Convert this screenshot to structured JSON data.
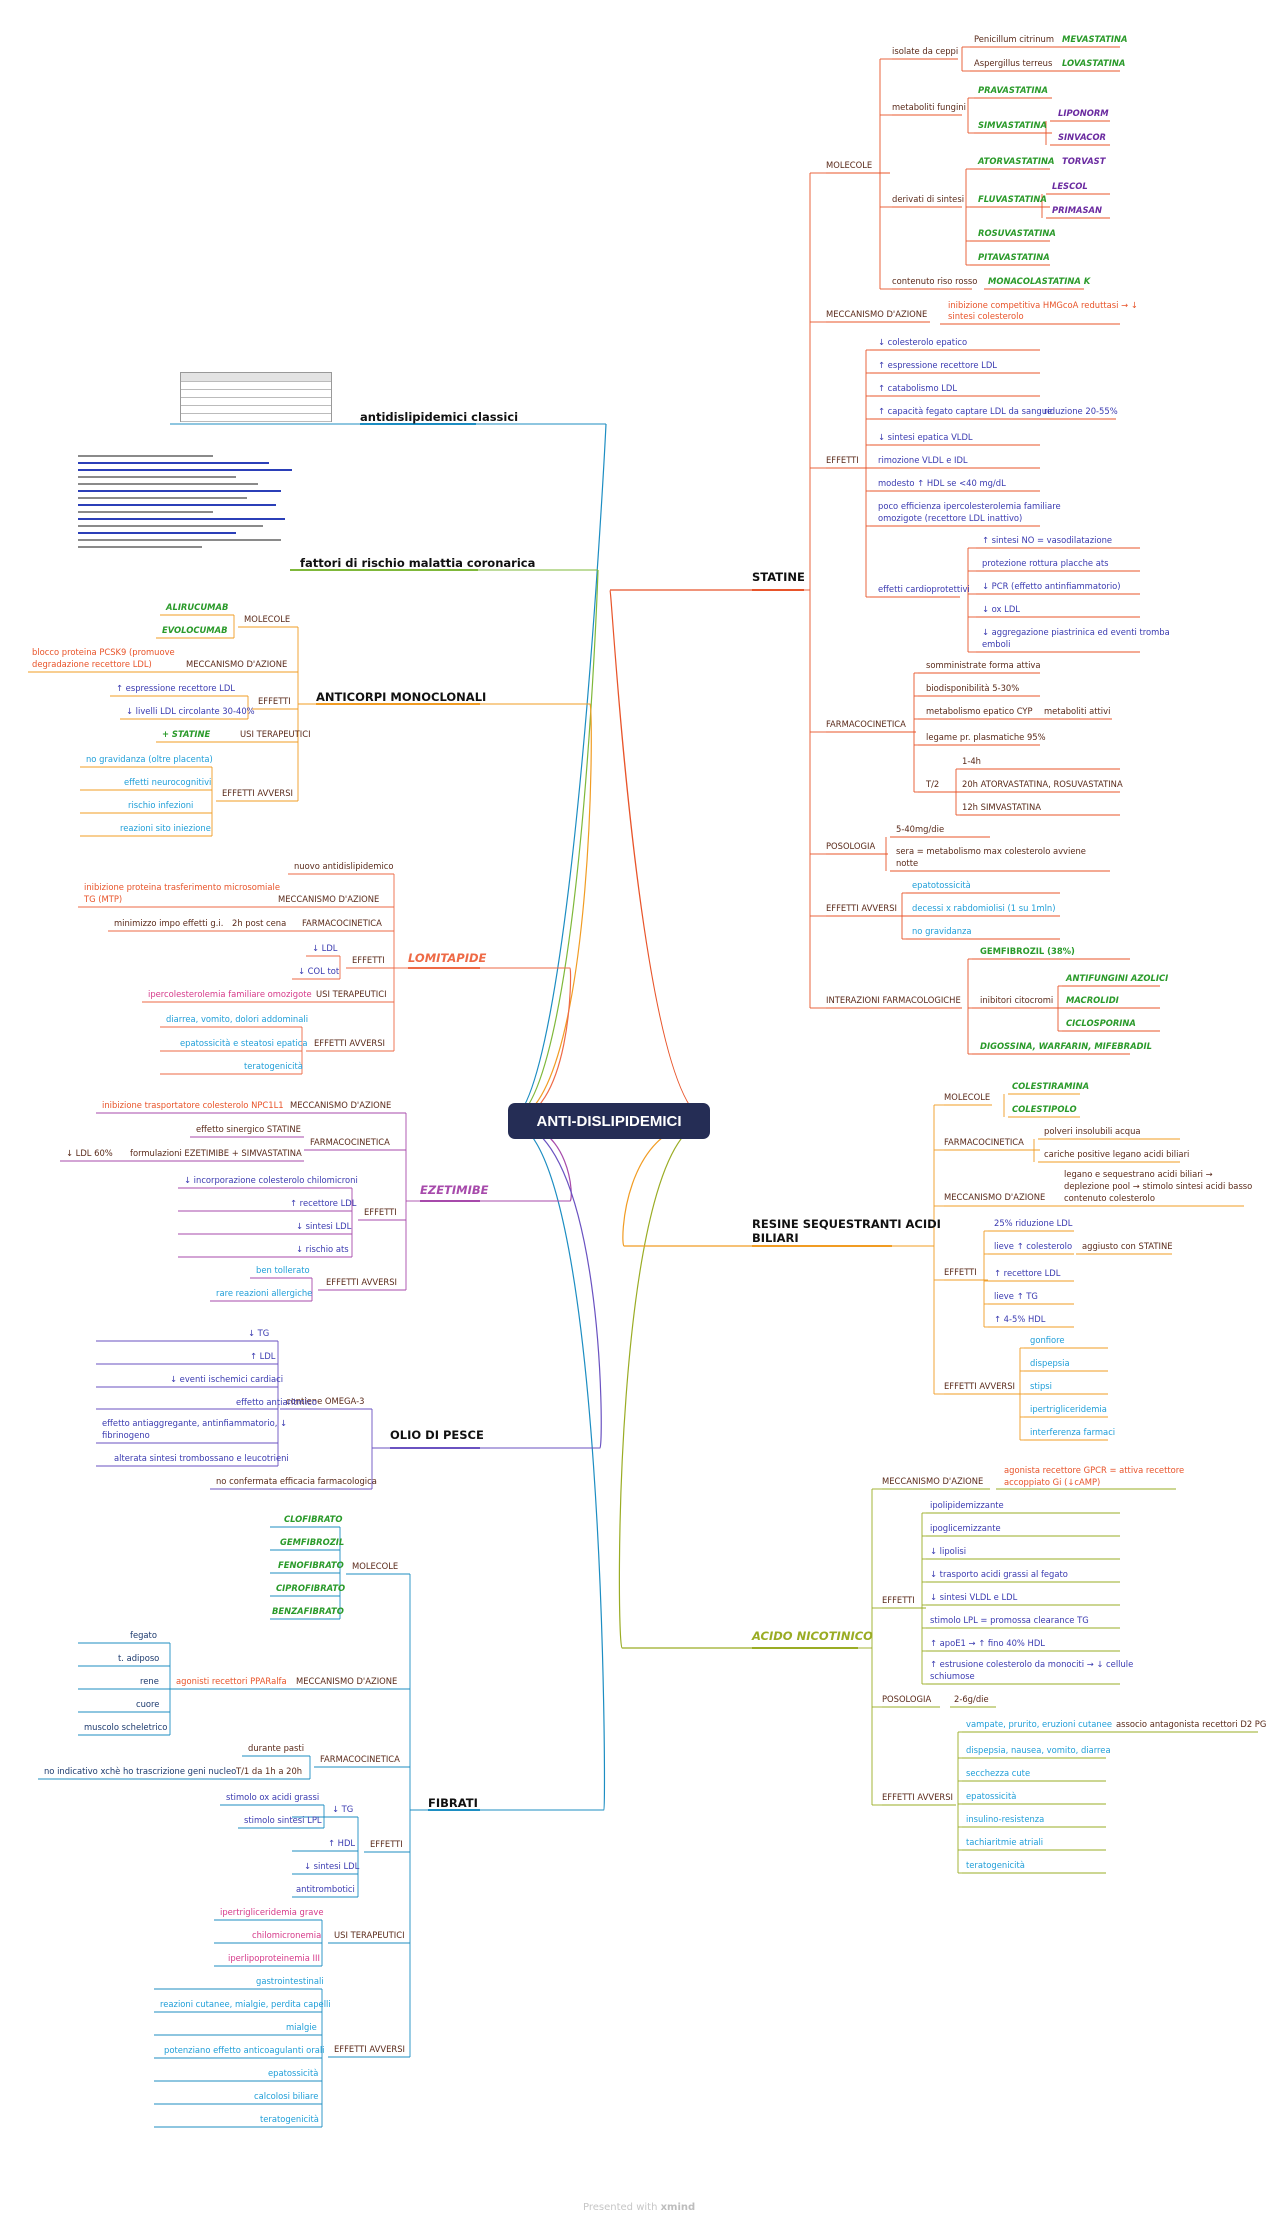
{
  "root": "ANTI-DISLIPIDEMICI",
  "footer": {
    "prefix": "Presented with",
    "brand": "xmind"
  },
  "colors": {
    "statine": "#e8542a",
    "resine": "#f19c23",
    "acido": "#9aac24",
    "fibrati": "#1c8dc2",
    "olio": "#6a52c1",
    "ezetimibe": "#a74aab",
    "lomitapide": "#ee6a46",
    "anticorpi": "#f19c23",
    "fattori": "#7fb83a",
    "classici": "#1c8dc2",
    "root_bg": "#252d55"
  },
  "nodes": [
    {
      "id": "statine",
      "t": "STATINE",
      "c": "#111"
    },
    {
      "id": "st_mol",
      "t": "MOLECOLE",
      "c": "#5a2a1a"
    },
    {
      "id": "st_iso",
      "t": "isolate da ceppi",
      "c": "#5a2a1a"
    },
    {
      "id": "st_penic",
      "t": "Penicillum citrinum",
      "c": "#5a2a1a"
    },
    {
      "id": "st_mev",
      "t": "MEVASTATINA",
      "c": "#2a9a2a"
    },
    {
      "id": "st_asper",
      "t": "Aspergillus terreus",
      "c": "#5a2a1a"
    },
    {
      "id": "st_lov",
      "t": "LOVASTATINA",
      "c": "#2a9a2a"
    },
    {
      "id": "st_metab",
      "t": "metaboliti fungini",
      "c": "#5a2a1a"
    },
    {
      "id": "st_prav",
      "t": "PRAVASTATINA",
      "c": "#2a9a2a"
    },
    {
      "id": "st_simv",
      "t": "SIMVASTATINA",
      "c": "#2a9a2a"
    },
    {
      "id": "st_lipon",
      "t": "LIPONORM",
      "c": "#6a2aa0"
    },
    {
      "id": "st_sinv",
      "t": "SINVACOR",
      "c": "#6a2aa0"
    },
    {
      "id": "st_deriv",
      "t": "derivati di sintesi",
      "c": "#5a2a1a"
    },
    {
      "id": "st_atorv",
      "t": "ATORVASTATINA",
      "c": "#2a9a2a"
    },
    {
      "id": "st_torv",
      "t": "TORVAST",
      "c": "#6a2aa0"
    },
    {
      "id": "st_fluv",
      "t": "FLUVASTATINA",
      "c": "#2a9a2a"
    },
    {
      "id": "st_lescol",
      "t": "LESCOL",
      "c": "#6a2aa0"
    },
    {
      "id": "st_primasan",
      "t": "PRIMASAN",
      "c": "#6a2aa0"
    },
    {
      "id": "st_rosuv",
      "t": "ROSUVASTATINA",
      "c": "#2a9a2a"
    },
    {
      "id": "st_pitav",
      "t": "PITAVASTATINA",
      "c": "#2a9a2a"
    },
    {
      "id": "st_riso",
      "t": "contenuto riso rosso",
      "c": "#5a2a1a"
    },
    {
      "id": "st_monac",
      "t": "MONACOLASTATINA K",
      "c": "#2a9a2a"
    },
    {
      "id": "st_mecc",
      "t": "MECCANISMO D'AZIONE",
      "c": "#5a2a1a"
    },
    {
      "id": "st_inib1",
      "t": "inibizione competitiva HMGcoA reduttasi → ↓",
      "c": "#e8542a"
    },
    {
      "id": "st_inib2",
      "t": "sintesi colesterolo",
      "c": "#e8542a"
    },
    {
      "id": "st_eff",
      "t": "EFFETTI",
      "c": "#5a2a1a"
    },
    {
      "id": "st_e1",
      "t": "↓ colesterolo epatico",
      "c": "#3a3ab0"
    },
    {
      "id": "st_e2",
      "t": "↑ espressione recettore LDL",
      "c": "#3a3ab0"
    },
    {
      "id": "st_e3",
      "t": "↑ catabolismo LDL",
      "c": "#3a3ab0"
    },
    {
      "id": "st_e4",
      "t": "↑ capacità fegato captare LDL da sangue",
      "c": "#3a3ab0"
    },
    {
      "id": "st_e4b",
      "t": "riduzione 20-55%",
      "c": "#3a3ab0"
    },
    {
      "id": "st_e5",
      "t": "↓ sintesi epatica VLDL",
      "c": "#3a3ab0"
    },
    {
      "id": "st_e6",
      "t": "rimozione VLDL e IDL",
      "c": "#3a3ab0"
    },
    {
      "id": "st_e7",
      "t": "modesto ↑ HDL se <40 mg/dL",
      "c": "#3a3ab0"
    },
    {
      "id": "st_e8a",
      "t": "poco efficienza ipercolesterolemia familiare",
      "c": "#3a3ab0"
    },
    {
      "id": "st_e8b",
      "t": "omozigote (recettore LDL inattivo)",
      "c": "#3a3ab0"
    },
    {
      "id": "st_card",
      "t": "effetti cardioprotettivi",
      "c": "#3a3ab0"
    },
    {
      "id": "st_c1",
      "t": "↑ sintesi NO = vasodilatazione",
      "c": "#3a3ab0"
    },
    {
      "id": "st_c2",
      "t": "protezione rottura placche ats",
      "c": "#3a3ab0"
    },
    {
      "id": "st_c3",
      "t": "↓ PCR (effetto antinfiammatorio)",
      "c": "#3a3ab0"
    },
    {
      "id": "st_c4",
      "t": "↓ ox LDL",
      "c": "#3a3ab0"
    },
    {
      "id": "st_c5a",
      "t": "↓ aggregazione piastrinica ed eventi tromba",
      "c": "#3a3ab0"
    },
    {
      "id": "st_c5b",
      "t": "emboli",
      "c": "#3a3ab0"
    },
    {
      "id": "st_farm",
      "t": "FARMACOCINETICA",
      "c": "#5a2a1a"
    },
    {
      "id": "st_f1",
      "t": "somministrate forma attiva",
      "c": "#5a2a1a"
    },
    {
      "id": "st_f2",
      "t": "biodisponibilità 5-30%",
      "c": "#5a2a1a"
    },
    {
      "id": "st_f3",
      "t": "metabolismo epatico CYP",
      "c": "#5a2a1a"
    },
    {
      "id": "st_f3b",
      "t": "metaboliti attivi",
      "c": "#5a2a1a"
    },
    {
      "id": "st_f4",
      "t": "legame pr. plasmatiche 95%",
      "c": "#5a2a1a"
    },
    {
      "id": "st_t2",
      "t": "T/2",
      "c": "#5a2a1a"
    },
    {
      "id": "st_t2a",
      "t": "1-4h",
      "c": "#5a2a1a"
    },
    {
      "id": "st_t2b",
      "t": "20h ATORVASTATINA, ROSUVASTATINA",
      "c": "#5a2a1a"
    },
    {
      "id": "st_t2c",
      "t": "12h SIMVASTATINA",
      "c": "#5a2a1a"
    },
    {
      "id": "st_pos",
      "t": "POSOLOGIA",
      "c": "#5a2a1a"
    },
    {
      "id": "st_p1",
      "t": "5-40mg/die",
      "c": "#5a2a1a"
    },
    {
      "id": "st_p2a",
      "t": "sera = metabolismo max colesterolo avviene",
      "c": "#5a2a1a"
    },
    {
      "id": "st_p2b",
      "t": "notte",
      "c": "#5a2a1a"
    },
    {
      "id": "st_avv",
      "t": "EFFETTI AVVERSI",
      "c": "#5a2a1a"
    },
    {
      "id": "st_a1",
      "t": "epatotossicità",
      "c": "#1f9ed8"
    },
    {
      "id": "st_a2",
      "t": "decessi x rabdomiolisi (1 su 1mln)",
      "c": "#1f9ed8"
    },
    {
      "id": "st_a3",
      "t": "no gravidanza",
      "c": "#1f9ed8"
    },
    {
      "id": "st_int",
      "t": "INTERAZIONI FARMACOLOGICHE",
      "c": "#5a2a1a"
    },
    {
      "id": "st_i1",
      "t": "GEMFIBROZIL (38%)",
      "c": "#2a9a2a"
    },
    {
      "id": "st_icit",
      "t": "inibitori citocromi",
      "c": "#5a2a1a"
    },
    {
      "id": "st_i2",
      "t": "ANTIFUNGINI AZOLICI",
      "c": "#2a9a2a"
    },
    {
      "id": "st_i3",
      "t": "MACROLIDI",
      "c": "#2a9a2a"
    },
    {
      "id": "st_i4",
      "t": "CICLOSPORINA",
      "c": "#2a9a2a"
    },
    {
      "id": "st_i5",
      "t": "DIGOSSINA, WARFARIN, MIFEBRADIL",
      "c": "#2a9a2a"
    },
    {
      "id": "resine",
      "t": "RESINE SEQUESTRANTI ACIDI",
      "c": "#111"
    },
    {
      "id": "resine2",
      "t": "BILIARI",
      "c": "#111"
    },
    {
      "id": "re_mol",
      "t": "MOLECOLE",
      "c": "#5a2a1a"
    },
    {
      "id": "re_col1",
      "t": "COLESTIRAMINA",
      "c": "#2a9a2a"
    },
    {
      "id": "re_col2",
      "t": "COLESTIPOLO",
      "c": "#2a9a2a"
    },
    {
      "id": "re_farm",
      "t": "FARMACOCINETICA",
      "c": "#5a2a1a"
    },
    {
      "id": "re_f1",
      "t": "polveri insolubili acqua",
      "c": "#5a2a1a"
    },
    {
      "id": "re_f2",
      "t": "cariche positive legano acidi biliari",
      "c": "#5a2a1a"
    },
    {
      "id": "re_mecc",
      "t": "MECCANISMO D'AZIONE",
      "c": "#5a2a1a"
    },
    {
      "id": "re_m1",
      "t": "legano e sequestrano acidi biliari →",
      "c": "#5a2a1a"
    },
    {
      "id": "re_m2",
      "t": "deplezione pool → stimolo sintesi acidi basso",
      "c": "#5a2a1a"
    },
    {
      "id": "re_m3",
      "t": "contenuto colesterolo",
      "c": "#5a2a1a"
    },
    {
      "id": "re_eff",
      "t": "EFFETTI",
      "c": "#5a2a1a"
    },
    {
      "id": "re_e1",
      "t": "25% riduzione LDL",
      "c": "#3a3ab0"
    },
    {
      "id": "re_e2",
      "t": "lieve ↑ colesterolo",
      "c": "#3a3ab0"
    },
    {
      "id": "re_e2b",
      "t": "aggiusto con STATINE",
      "c": "#5a2a1a"
    },
    {
      "id": "re_e3",
      "t": "↑ recettore LDL",
      "c": "#3a3ab0"
    },
    {
      "id": "re_e4",
      "t": "lieve ↑ TG",
      "c": "#3a3ab0"
    },
    {
      "id": "re_e5",
      "t": "↑ 4-5% HDL",
      "c": "#3a3ab0"
    },
    {
      "id": "re_avv",
      "t": "EFFETTI AVVERSI",
      "c": "#5a2a1a"
    },
    {
      "id": "re_a1",
      "t": "gonfiore",
      "c": "#1f9ed8"
    },
    {
      "id": "re_a2",
      "t": "dispepsia",
      "c": "#1f9ed8"
    },
    {
      "id": "re_a3",
      "t": "stipsi",
      "c": "#1f9ed8"
    },
    {
      "id": "re_a4",
      "t": "ipertrigliceridemia",
      "c": "#1f9ed8"
    },
    {
      "id": "re_a5",
      "t": "interferenza farmaci",
      "c": "#1f9ed8"
    },
    {
      "id": "acido",
      "t": "ACIDO NICOTINICO",
      "c": "#9aac24"
    },
    {
      "id": "ac_mecc",
      "t": "MECCANISMO D'AZIONE",
      "c": "#5a2a1a"
    },
    {
      "id": "ac_m1",
      "t": "agonista recettore GPCR = attiva recettore",
      "c": "#e8542a"
    },
    {
      "id": "ac_m2",
      "t": "accoppiato Gi (↓cAMP)",
      "c": "#e8542a"
    },
    {
      "id": "ac_eff",
      "t": "EFFETTI",
      "c": "#5a2a1a"
    },
    {
      "id": "ac_e1",
      "t": "ipolipidemizzante",
      "c": "#3a3ab0"
    },
    {
      "id": "ac_e2",
      "t": "ipoglicemizzante",
      "c": "#3a3ab0"
    },
    {
      "id": "ac_e3",
      "t": "↓ lipolisi",
      "c": "#3a3ab0"
    },
    {
      "id": "ac_e4",
      "t": "↓ trasporto acidi grassi al fegato",
      "c": "#3a3ab0"
    },
    {
      "id": "ac_e5",
      "t": "↓ sintesi VLDL e LDL",
      "c": "#3a3ab0"
    },
    {
      "id": "ac_e6",
      "t": "stimolo LPL = promossa clearance TG",
      "c": "#3a3ab0"
    },
    {
      "id": "ac_e7",
      "t": "↑ apoE1 → ↑ fino 40% HDL",
      "c": "#3a3ab0"
    },
    {
      "id": "ac_e8a",
      "t": "↑ estrusione colesterolo da monociti → ↓ cellule",
      "c": "#3a3ab0"
    },
    {
      "id": "ac_e8b",
      "t": "schiumose",
      "c": "#3a3ab0"
    },
    {
      "id": "ac_pos",
      "t": "POSOLOGIA",
      "c": "#5a2a1a"
    },
    {
      "id": "ac_p1",
      "t": "2-6g/die",
      "c": "#5a2a1a"
    },
    {
      "id": "ac_avv",
      "t": "EFFETTI AVVERSI",
      "c": "#5a2a1a"
    },
    {
      "id": "ac_a1",
      "t": "vampate, prurito, eruzioni cutanee",
      "c": "#1f9ed8"
    },
    {
      "id": "ac_a1b",
      "t": "associo antagonista recettori D2 PG",
      "c": "#5a2a1a"
    },
    {
      "id": "ac_a2",
      "t": "dispepsia, nausea, vomito, diarrea",
      "c": "#1f9ed8"
    },
    {
      "id": "ac_a3",
      "t": "secchezza cute",
      "c": "#1f9ed8"
    },
    {
      "id": "ac_a4",
      "t": "epatossicità",
      "c": "#1f9ed8"
    },
    {
      "id": "ac_a5",
      "t": "insulino-resistenza",
      "c": "#1f9ed8"
    },
    {
      "id": "ac_a6",
      "t": "tachiaritmie atriali",
      "c": "#1f9ed8"
    },
    {
      "id": "ac_a7",
      "t": "teratogenicità",
      "c": "#1f9ed8"
    },
    {
      "id": "classici",
      "t": "antidislipidemici classici",
      "c": "#111"
    },
    {
      "id": "fattori",
      "t": "fattori di rischio malattia coronarica",
      "c": "#111"
    },
    {
      "id": "anticorpi",
      "t": "ANTICORPI MONOCLONALI",
      "c": "#111"
    },
    {
      "id": "an_mol",
      "t": "MOLECOLE",
      "c": "#5a2a1a"
    },
    {
      "id": "an_alir",
      "t": "ALIRUCUMAB",
      "c": "#2a9a2a"
    },
    {
      "id": "an_evol",
      "t": "EVOLOCUMAB",
      "c": "#2a9a2a"
    },
    {
      "id": "an_mecc",
      "t": "MECCANISMO D'AZIONE",
      "c": "#5a2a1a"
    },
    {
      "id": "an_m1",
      "t": "blocco proteina PCSK9 (promuove",
      "c": "#e8542a"
    },
    {
      "id": "an_m2",
      "t": "degradazione recettore LDL)",
      "c": "#e8542a"
    },
    {
      "id": "an_eff",
      "t": "EFFETTI",
      "c": "#5a2a1a"
    },
    {
      "id": "an_e1",
      "t": "↑ espressione recettore LDL",
      "c": "#3a3ab0"
    },
    {
      "id": "an_e2",
      "t": "↓ livelli LDL circolante 30-40%",
      "c": "#3a3ab0"
    },
    {
      "id": "an_usi",
      "t": "USI TERAPEUTICI",
      "c": "#5a2a1a"
    },
    {
      "id": "an_u1",
      "t": "+ STATINE",
      "c": "#2a9a2a"
    },
    {
      "id": "an_avv",
      "t": "EFFETTI AVVERSI",
      "c": "#5a2a1a"
    },
    {
      "id": "an_a1",
      "t": "no gravidanza (oltre placenta)",
      "c": "#1f9ed8"
    },
    {
      "id": "an_a2",
      "t": "effetti neurocognitivi",
      "c": "#1f9ed8"
    },
    {
      "id": "an_a3",
      "t": "rischio infezioni",
      "c": "#1f9ed8"
    },
    {
      "id": "an_a4",
      "t": "reazioni sito iniezione",
      "c": "#1f9ed8"
    },
    {
      "id": "lomitapide",
      "t": "LOMITAPIDE",
      "c": "#ee6a46"
    },
    {
      "id": "lo_nuovo",
      "t": "nuovo antidislipidemico",
      "c": "#5a2a1a"
    },
    {
      "id": "lo_mecc",
      "t": "MECCANISMO D'AZIONE",
      "c": "#5a2a1a"
    },
    {
      "id": "lo_m1",
      "t": "inibizione proteina trasferimento microsomiale",
      "c": "#e8542a"
    },
    {
      "id": "lo_m2",
      "t": "TG (MTP)",
      "c": "#e8542a"
    },
    {
      "id": "lo_farm",
      "t": "FARMACOCINETICA",
      "c": "#5a2a1a"
    },
    {
      "id": "lo_f1",
      "t": "2h post cena",
      "c": "#5a2a1a"
    },
    {
      "id": "lo_f2",
      "t": "minimizzo impo effetti g.i.",
      "c": "#5a2a1a"
    },
    {
      "id": "lo_eff",
      "t": "EFFETTI",
      "c": "#5a2a1a"
    },
    {
      "id": "lo_e1",
      "t": "↓ LDL",
      "c": "#3a3ab0"
    },
    {
      "id": "lo_e2",
      "t": "↓ COL tot",
      "c": "#3a3ab0"
    },
    {
      "id": "lo_usi",
      "t": "USI TERAPEUTICI",
      "c": "#5a2a1a"
    },
    {
      "id": "lo_u1",
      "t": "ipercolesterolemia familiare omozigote",
      "c": "#d63a8a"
    },
    {
      "id": "lo_avv",
      "t": "EFFETTI AVVERSI",
      "c": "#5a2a1a"
    },
    {
      "id": "lo_a1",
      "t": "diarrea, vomito, dolori addominali",
      "c": "#1f9ed8"
    },
    {
      "id": "lo_a2",
      "t": "epatossicità e steatosi epatica",
      "c": "#1f9ed8"
    },
    {
      "id": "lo_a3",
      "t": "teratogenicità",
      "c": "#1f9ed8"
    },
    {
      "id": "ezetimibe",
      "t": "EZETIMIBE",
      "c": "#a74aab"
    },
    {
      "id": "ez_mecc",
      "t": "MECCANISMO D'AZIONE",
      "c": "#5a2a1a"
    },
    {
      "id": "ez_m1",
      "t": "inibizione trasportatore colesterolo NPC1L1",
      "c": "#e8542a"
    },
    {
      "id": "ez_farm",
      "t": "FARMACOCINETICA",
      "c": "#5a2a1a"
    },
    {
      "id": "ez_f1",
      "t": "effetto sinergico STATINE",
      "c": "#5a2a1a"
    },
    {
      "id": "ez_f2",
      "t": "formulazioni EZETIMIBE + SIMVASTATINA",
      "c": "#5a2a1a"
    },
    {
      "id": "ez_f3",
      "t": "↓ LDL 60%",
      "c": "#5a2a1a"
    },
    {
      "id": "ez_eff",
      "t": "EFFETTI",
      "c": "#5a2a1a"
    },
    {
      "id": "ez_e1",
      "t": "↓ incorporazione colesterolo chilomicroni",
      "c": "#3a3ab0"
    },
    {
      "id": "ez_e2",
      "t": "↑ recettore LDL",
      "c": "#3a3ab0"
    },
    {
      "id": "ez_e3",
      "t": "↓ sintesi LDL",
      "c": "#3a3ab0"
    },
    {
      "id": "ez_e4",
      "t": "↓ rischio ats",
      "c": "#3a3ab0"
    },
    {
      "id": "ez_avv",
      "t": "EFFETTI AVVERSI",
      "c": "#5a2a1a"
    },
    {
      "id": "ez_a1",
      "t": "ben tollerato",
      "c": "#1f9ed8"
    },
    {
      "id": "ez_a2",
      "t": "rare reazioni allergiche",
      "c": "#1f9ed8"
    },
    {
      "id": "olio",
      "t": "OLIO DI PESCE",
      "c": "#111"
    },
    {
      "id": "ol_omega",
      "t": "contiene OMEGA-3",
      "c": "#5a2a1a"
    },
    {
      "id": "ol_1",
      "t": "↓ TG",
      "c": "#3a3ab0"
    },
    {
      "id": "ol_2",
      "t": "↑ LDL",
      "c": "#3a3ab0"
    },
    {
      "id": "ol_3",
      "t": "↓ eventi ischemici cardiaci",
      "c": "#3a3ab0"
    },
    {
      "id": "ol_4",
      "t": "effetto antiaritmico",
      "c": "#3a3ab0"
    },
    {
      "id": "ol_5a",
      "t": "effetto antiaggregante, antinfiammatorio, ↓",
      "c": "#3a3ab0"
    },
    {
      "id": "ol_5b",
      "t": "fibrinogeno",
      "c": "#3a3ab0"
    },
    {
      "id": "ol_6",
      "t": "alterata sintesi trombossano e leucotrieni",
      "c": "#3a3ab0"
    },
    {
      "id": "ol_7",
      "t": "no confermata efficacia farmacologica",
      "c": "#5a2a1a"
    },
    {
      "id": "fibrati",
      "t": "FIBRATI",
      "c": "#111"
    },
    {
      "id": "fi_mol",
      "t": "MOLECOLE",
      "c": "#5a2a1a"
    },
    {
      "id": "fi_m1",
      "t": "CLOFIBRATO",
      "c": "#2a9a2a"
    },
    {
      "id": "fi_m2",
      "t": "GEMFIBROZIL",
      "c": "#2a9a2a"
    },
    {
      "id": "fi_m3",
      "t": "FENOFIBRATO",
      "c": "#2a9a2a"
    },
    {
      "id": "fi_m4",
      "t": "CIPROFIBRATO",
      "c": "#2a9a2a"
    },
    {
      "id": "fi_m5",
      "t": "BENZAFIBRATO",
      "c": "#2a9a2a"
    },
    {
      "id": "fi_mecc",
      "t": "MECCANISMO D'AZIONE",
      "c": "#5a2a1a"
    },
    {
      "id": "fi_ppar",
      "t": "agonisti recettori PPARalfa",
      "c": "#e8542a"
    },
    {
      "id": "fi_t1",
      "t": "fegato",
      "c": "#1d3a6e"
    },
    {
      "id": "fi_t2",
      "t": "t. adiposo",
      "c": "#1d3a6e"
    },
    {
      "id": "fi_t3",
      "t": "rene",
      "c": "#1d3a6e"
    },
    {
      "id": "fi_t4",
      "t": "cuore",
      "c": "#1d3a6e"
    },
    {
      "id": "fi_t5",
      "t": "muscolo scheletrico",
      "c": "#1d3a6e"
    },
    {
      "id": "fi_farm",
      "t": "FARMACOCINETICA",
      "c": "#5a2a1a"
    },
    {
      "id": "fi_f1",
      "t": "durante pasti",
      "c": "#5a2a1a"
    },
    {
      "id": "fi_f2",
      "t": "T/1 da 1h a 20h",
      "c": "#5a2a1a"
    },
    {
      "id": "fi_f3",
      "t": "no indicativo xchè ho trascrizione geni nucleo",
      "c": "#1d3a6e"
    },
    {
      "id": "fi_eff",
      "t": "EFFETTI",
      "c": "#5a2a1a"
    },
    {
      "id": "fi_e1",
      "t": "↓ TG",
      "c": "#3a3ab0"
    },
    {
      "id": "fi_e1a",
      "t": "stimolo ox acidi grassi",
      "c": "#3a3ab0"
    },
    {
      "id": "fi_e1b",
      "t": "stimolo sintesi LPL",
      "c": "#3a3ab0"
    },
    {
      "id": "fi_e2",
      "t": "↑ HDL",
      "c": "#3a3ab0"
    },
    {
      "id": "fi_e3",
      "t": "↓ sintesi LDL",
      "c": "#3a3ab0"
    },
    {
      "id": "fi_e4",
      "t": "antitrombotici",
      "c": "#3a3ab0"
    },
    {
      "id": "fi_usi",
      "t": "USI TERAPEUTICI",
      "c": "#5a2a1a"
    },
    {
      "id": "fi_u1",
      "t": "ipertrigliceridemia grave",
      "c": "#d63a8a"
    },
    {
      "id": "fi_u2",
      "t": "chilomicronemia",
      "c": "#d63a8a"
    },
    {
      "id": "fi_u3",
      "t": "iperlipoproteinemia III",
      "c": "#d63a8a"
    },
    {
      "id": "fi_avv",
      "t": "EFFETTI AVVERSI",
      "c": "#5a2a1a"
    },
    {
      "id": "fi_a1",
      "t": "gastrointestinali",
      "c": "#1f9ed8"
    },
    {
      "id": "fi_a2",
      "t": "reazioni cutanee, mialgie, perdita capelli",
      "c": "#1f9ed8"
    },
    {
      "id": "fi_a3",
      "t": "mialgie",
      "c": "#1f9ed8"
    },
    {
      "id": "fi_a4",
      "t": "potenziano effetto anticoagulanti orali",
      "c": "#1f9ed8"
    },
    {
      "id": "fi_a5",
      "t": "epatossicità",
      "c": "#1f9ed8"
    },
    {
      "id": "fi_a6",
      "t": "calcolosi biliare",
      "c": "#1f9ed8"
    },
    {
      "id": "fi_a7",
      "t": "teratogenicità",
      "c": "#1f9ed8"
    }
  ]
}
